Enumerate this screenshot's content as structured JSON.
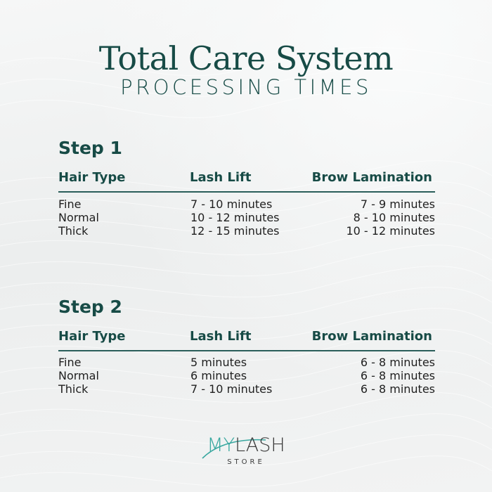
{
  "title": "Total Care System",
  "subtitle": "PROCESSING TIMES",
  "columns": {
    "hair_type": "Hair Type",
    "lash_lift": "Lash Lift",
    "brow_lamination": "Brow Lamination"
  },
  "steps": [
    {
      "title": "Step 1",
      "rows": [
        {
          "hair": "Fine",
          "lash": "7 - 10 minutes",
          "brow": "7 - 9 minutes"
        },
        {
          "hair": "Normal",
          "lash": "10 - 12 minutes",
          "brow": "8 - 10 minutes"
        },
        {
          "hair": "Thick",
          "lash": "12 - 15 minutes",
          "brow": "10 - 12 minutes"
        }
      ]
    },
    {
      "title": "Step 2",
      "rows": [
        {
          "hair": "Fine",
          "lash": "5 minutes",
          "brow": "6 - 8 minutes"
        },
        {
          "hair": "Normal",
          "lash": "6 minutes",
          "brow": "6 - 8 minutes"
        },
        {
          "hair": "Thick",
          "lash": "7 - 10 minutes",
          "brow": "6 - 8 minutes"
        }
      ]
    }
  ],
  "logo": {
    "my": "MY",
    "lash": "LASH",
    "store": "STORE"
  },
  "colors": {
    "accent": "#174b46",
    "logo_teal": "#3aa8a0",
    "text": "#1f1f1f",
    "background": "#f1f3f3"
  }
}
